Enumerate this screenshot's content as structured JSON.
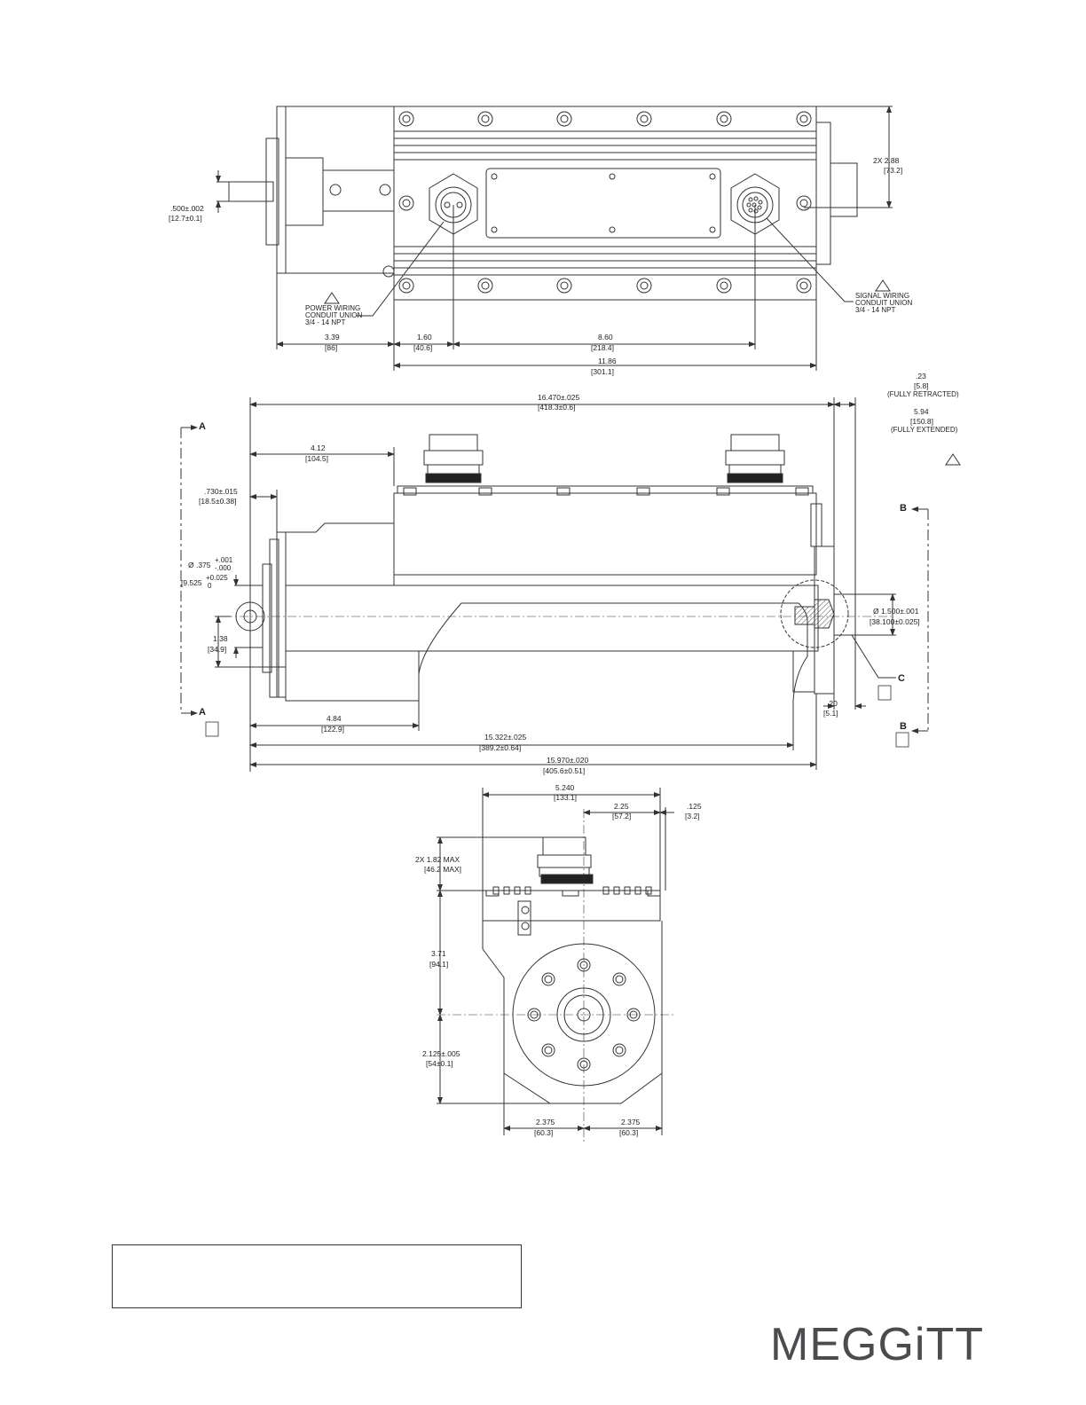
{
  "top_view": {
    "notes": {
      "power": [
        "POWER WIRING",
        "CONDUIT UNION",
        "3/4 - 14 NPT"
      ],
      "signal": [
        "SIGNAL WIRING",
        "CONDUIT UNION",
        "3/4 - 14 NPT"
      ]
    },
    "dims": {
      "shaft_dia": ".500±.002",
      "shaft_dia_mm": "[12.7±0.1]",
      "height_2x": "2X  2.88",
      "height_2x_mm": "[73.2]",
      "d339": "3.39",
      "d339_mm": "[86]",
      "d160": "1.60",
      "d160_mm": "[40.6]",
      "d860": "8.60",
      "d860_mm": "[218.4]",
      "d1186": "11.86",
      "d1186_mm": "[301.1]"
    }
  },
  "side_view": {
    "section_a": "A",
    "section_b": "B",
    "datum_c": "C",
    "dims": {
      "overall": "16.470±.025",
      "overall_mm": "[418.3±0.6]",
      "retracted": ".23",
      "retracted_mm": "[5.8]",
      "retracted_note": "(FULLY RETRACTED)",
      "extended": "5.94",
      "extended_mm": "[150.8]",
      "extended_note": "(FULLY EXTENDED)",
      "d412": "4.12",
      "d412_mm": "[104.5]",
      "d730": ".730±.015",
      "d730_mm": "[18.5±0.38]",
      "pin_dia": "Ø .375",
      "pin_tol_plus": "+.001",
      "pin_tol_minus": "-.000",
      "pin_dia_mm": "[9.525",
      "pin_tol_mm_plus": "+0.025",
      "pin_tol_mm_minus": "0",
      "d138": "1.38",
      "d138_mm": "[34.9]",
      "rod_dia": "Ø 1.500±.001",
      "rod_dia_mm": "[38.100±0.025]",
      "d020": ".20",
      "d020_mm": "[5.1]",
      "d484": "4.84",
      "d484_mm": "[122.9]",
      "d15322": "15.322±.025",
      "d15322_mm": "[389.2±0.64]",
      "d15970": "15.970±.020",
      "d15970_mm": "[405.6±0.51]"
    }
  },
  "end_view": {
    "dims": {
      "d5240": "5.240",
      "d5240_mm": "[133.1]",
      "d225": "2.25",
      "d225_mm": "[57.2]",
      "d125": ".125",
      "d125_mm": "[3.2]",
      "d182": "2X  1.82 MAX",
      "d182_mm": "[46.2 MAX]",
      "d371": "3.71",
      "d371_mm": "[94.1]",
      "d2125": "2.125±.005",
      "d2125_mm": "[54±0.1]",
      "d2375_l": "2.375",
      "d2375_l_mm": "[60.3]",
      "d2375_r": "2.375",
      "d2375_r_mm": "[60.3]"
    }
  },
  "brand": {
    "logo": "MEGGiTT",
    "color": "#4a4d50"
  }
}
